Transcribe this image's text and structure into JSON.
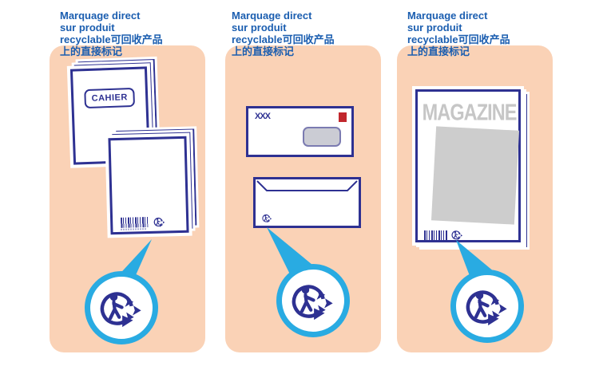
{
  "colors": {
    "panel_bg": "#FAD2B6",
    "illustration_navy": "#2E3192",
    "callout_blue": "#29ABE2",
    "heading_blue": "#1B5EB0",
    "stamp_red": "#C1272D",
    "placeholder_gray": "#C6C6C6"
  },
  "icons": {
    "triman": "triman-recycling-logo",
    "barcode": "barcode-stripes",
    "stamp": "postage-stamp",
    "window": "envelope-address-window",
    "tail": "callout-pointer"
  },
  "panels": [
    {
      "id": "notebooks",
      "heading": [
        "Marquage direct",
        "sur produit",
        "recyclable可回收产品",
        "上的直接标记"
      ],
      "notebook_front": {
        "label": "CAHIER"
      },
      "notebook_back": {
        "icons": [
          "barcode-stripes",
          "triman-recycling-logo"
        ]
      }
    },
    {
      "id": "envelopes",
      "heading": [
        "Marquage direct",
        "sur produit",
        "recyclable可回收产品",
        "上的直接标记"
      ],
      "envelope_front": {
        "marking": "XXX",
        "icons": [
          "postage-stamp",
          "envelope-address-window"
        ]
      },
      "envelope_back": {
        "icons": [
          "triman-recycling-logo"
        ]
      }
    },
    {
      "id": "magazine",
      "heading": [
        "Marquage direct",
        "sur produit",
        "recyclable可回收产品",
        "上的直接标记"
      ],
      "magazine": {
        "title": "MAGAZINE",
        "icons": [
          "cover-photo-placeholder",
          "barcode-stripes",
          "triman-recycling-logo"
        ]
      }
    }
  ]
}
